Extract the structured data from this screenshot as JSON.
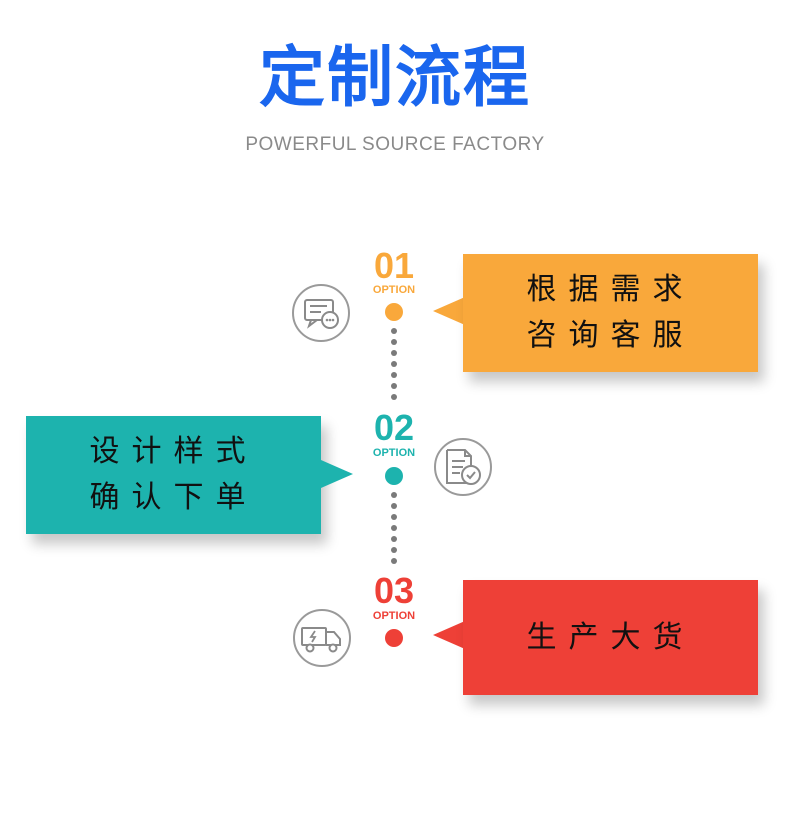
{
  "header": {
    "title": "定制流程",
    "subtitle": "POWERFUL SOURCE FACTORY"
  },
  "steps": [
    {
      "number": "01",
      "option": "OPTION",
      "line1": "根据需求",
      "line2": "咨询客服",
      "color": "#f9a83b",
      "icon": "chat-bubble-icon"
    },
    {
      "number": "02",
      "option": "OPTION",
      "line1": "设计样式",
      "line2": "确认下单",
      "color": "#1db3ae",
      "icon": "document-check-icon"
    },
    {
      "number": "03",
      "option": "OPTION",
      "line1": "生产大货",
      "color": "#ee4037",
      "icon": "delivery-truck-icon"
    }
  ]
}
